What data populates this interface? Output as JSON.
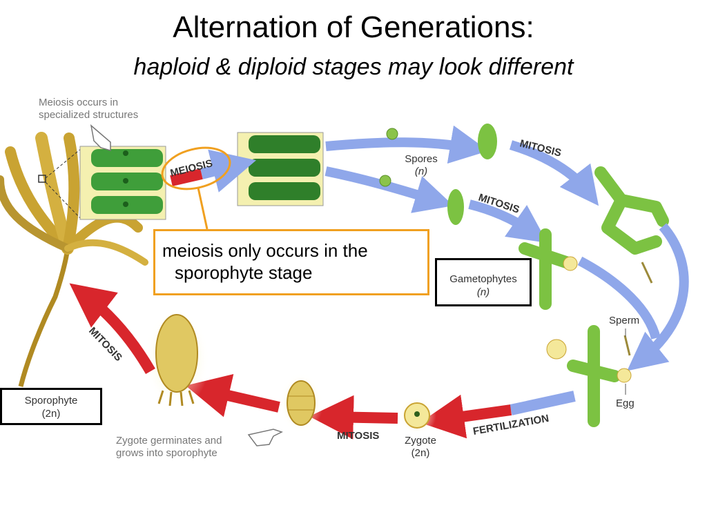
{
  "title": "Alternation of Generations:",
  "subtitle": "haploid & diploid stages may look different",
  "labels": {
    "meiosis_note_line1": "Meiosis occurs in",
    "meiosis_note_line2": "specialized structures",
    "meiosis": "MEIOSIS",
    "mitosis": "MITOSIS",
    "fertilization": "FERTILIZATION",
    "spores": "Spores",
    "spores_ploidy": "(n)",
    "gametophytes": "Gametophytes",
    "gametophytes_ploidy": "(n)",
    "sperm": "Sperm",
    "egg": "Egg",
    "zygote": "Zygote",
    "zygote_ploidy": "(2n)",
    "sporophyte": "Sporophyte",
    "sporophyte_ploidy": "(2n)",
    "germinates_line1": "Zygote germinates and",
    "germinates_line2": "grows into sporophyte"
  },
  "callout": {
    "line1": "meiosis only occurs in the",
    "line2": "sporophyte stage"
  },
  "colors": {
    "haploid_arrow": "#8fa7ea",
    "diploid_arrow": "#d8262c",
    "callout_border": "#f0a020",
    "kelp": "#c9a332",
    "gametophyte_green": "#7cc242"
  }
}
